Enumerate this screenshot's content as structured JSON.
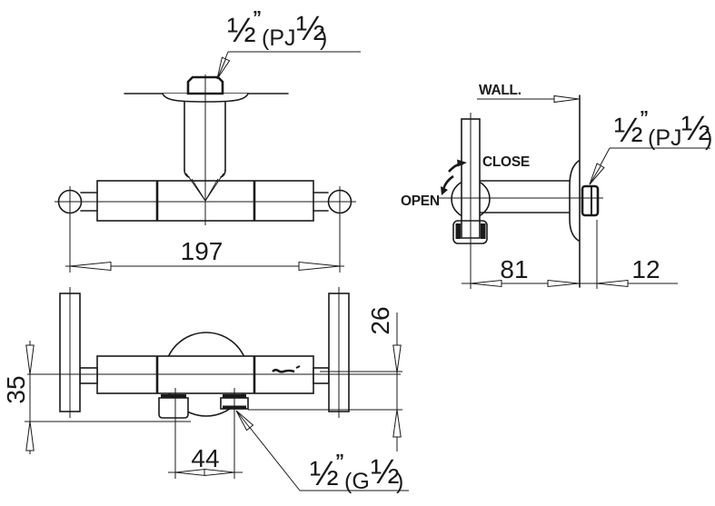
{
  "title": "wall-mounted mixing valve installation drawing",
  "colors": {
    "line": "#1a1a1a",
    "background": "#ffffff"
  },
  "labels": {
    "wall": "WALL.",
    "close": "CLOSE",
    "open": "OPEN",
    "pj": {
      "half": "½",
      "quote": "”",
      "body": "(PJ",
      "half2": "½",
      "close": ")"
    },
    "g": {
      "half": "½",
      "quote": "”",
      "body": "(G",
      "half2": "½",
      "close": ")"
    }
  },
  "dimensions": {
    "overall_width": "197",
    "handle_center_to_wall": "81",
    "wall_to_inlet_tip": "12",
    "center_to_left_outlet": "35",
    "center_to_right_outlet": "26",
    "outlet_spacing": "44"
  },
  "icons": {
    "brand_mark": "manufacturer-logo-scribble"
  }
}
